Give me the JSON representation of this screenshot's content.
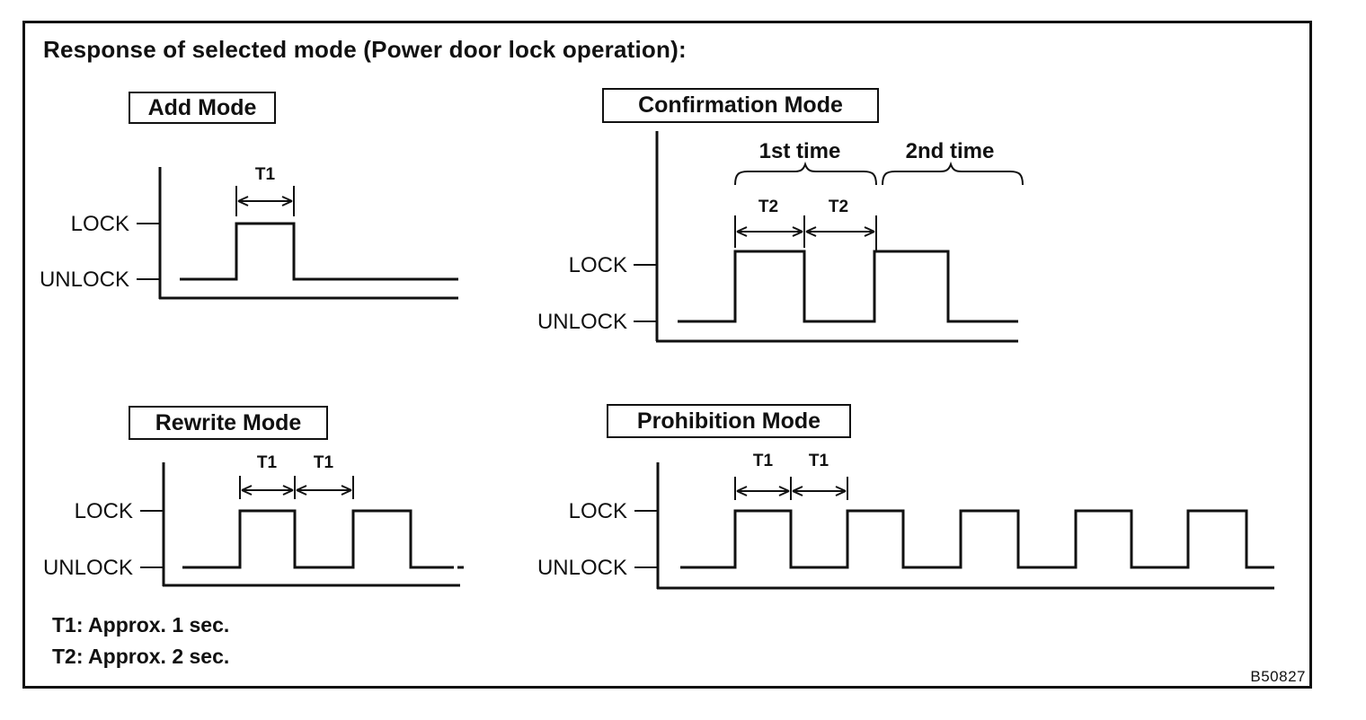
{
  "figure": {
    "title": "Response of selected mode (Power door lock operation):",
    "code": "B50827",
    "notes": [
      "T1: Approx. 1 sec.",
      "T2: Approx. 2 sec."
    ]
  },
  "axis_labels": {
    "lock": "LOCK",
    "unlock": "UNLOCK"
  },
  "dimensions": {
    "t1": "T1",
    "t2": "T2"
  },
  "sequence_labels": {
    "first": "1st time",
    "second": "2nd time"
  },
  "modes": {
    "add": {
      "name": "Add Mode",
      "pulse_count": 1,
      "pulse_width": "T1"
    },
    "confirmation": {
      "name": "Confirmation Mode",
      "pulse_count": 2,
      "pulse_width": "T2",
      "gap_width": "T2",
      "groups": [
        "1st time",
        "2nd time"
      ]
    },
    "rewrite": {
      "name": "Rewrite Mode",
      "pulse_count": 2,
      "pulse_width": "T1",
      "gap_width": "T1"
    },
    "prohibition": {
      "name": "Prohibition Mode",
      "pulse_count": 5,
      "pulse_width": "T1",
      "gap_width": "T1"
    }
  },
  "colors": {
    "ink": "#111111",
    "paper": "#ffffff"
  }
}
